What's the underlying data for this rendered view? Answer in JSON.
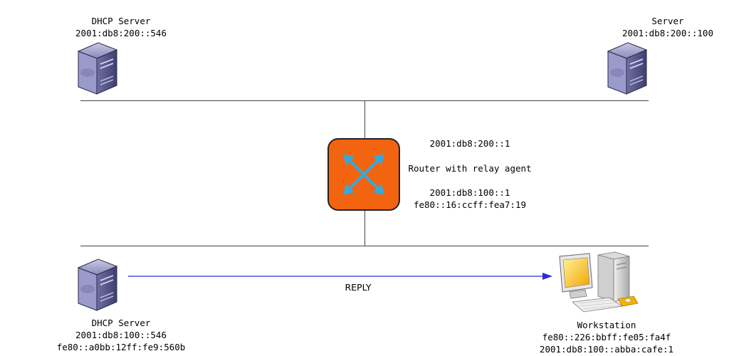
{
  "dhcp_server_top": {
    "name": "DHCP Server",
    "addr": "2001:db8:200::546"
  },
  "server_top": {
    "name": "Server",
    "addr": "2001:db8:200::100"
  },
  "router": {
    "upper_addr": "2001:db8:200::1",
    "label": "Router with relay agent",
    "lower_addr1": "2001:db8:100::1",
    "lower_addr2": "fe80::16:ccff:fea7:19",
    "color": "#f2640f"
  },
  "dhcp_server_bottom": {
    "name": "DHCP Server",
    "addr1": "2001:db8:100::546",
    "addr2": "fe80::a0bb:12ff:fe9:560b"
  },
  "workstation": {
    "name": "Workstation",
    "addr1": "fe80::226:bbff:fe05:fa4f",
    "addr2": "2001:db8:100::abba:cafe:1"
  },
  "message": {
    "label": "REPLY",
    "color": "#2b2bd6"
  }
}
